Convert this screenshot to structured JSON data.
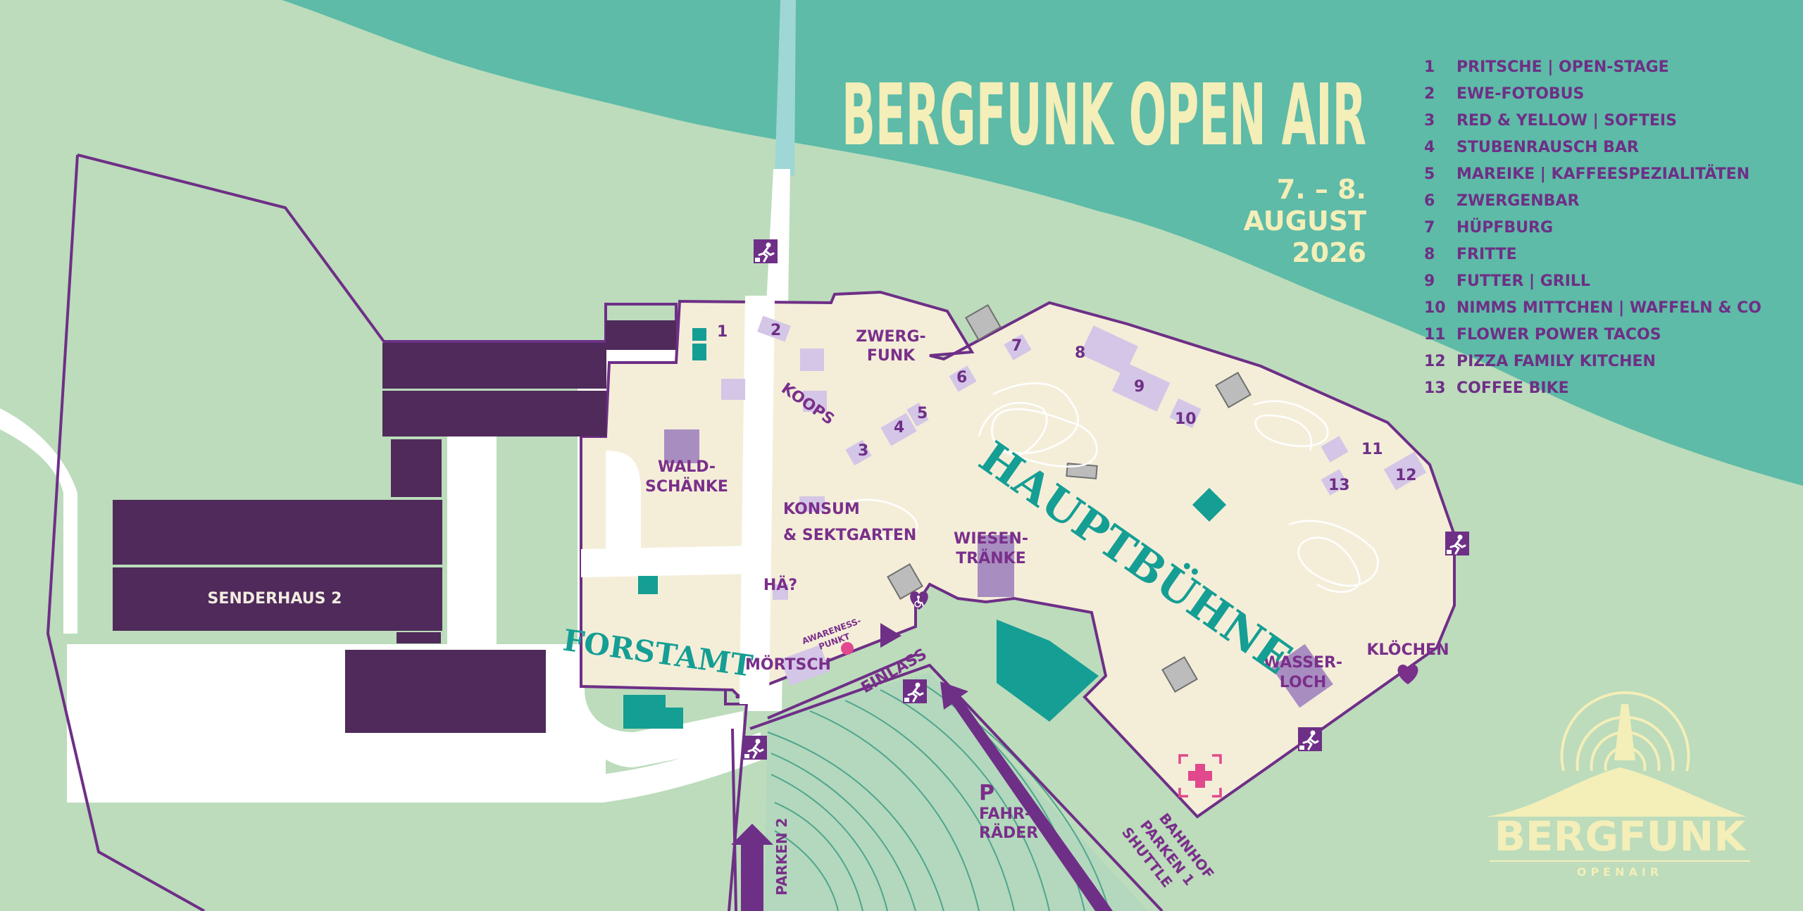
{
  "title": "BERGFUNK OPEN AIR",
  "date": {
    "line1": "7. – 8.",
    "line2": "AUGUST",
    "line3": "2026"
  },
  "legend": [
    {
      "n": "1",
      "label": "PRITSCHE | OPEN-STAGE"
    },
    {
      "n": "2",
      "label": "EWE-FOTOBUS"
    },
    {
      "n": "3",
      "label": "RED & YELLOW | SOFTEIS"
    },
    {
      "n": "4",
      "label": "STUBENRAUSCH BAR"
    },
    {
      "n": "5",
      "label": "MAREIKE | KAFFEESPEZIALITÄTEN"
    },
    {
      "n": "6",
      "label": "ZWERGENBAR"
    },
    {
      "n": "7",
      "label": "HÜPFBURG"
    },
    {
      "n": "8",
      "label": "FRITTE"
    },
    {
      "n": "9",
      "label": "FUTTER | GRILL"
    },
    {
      "n": "10",
      "label": "NIMMS MITTCHEN | WAFFELN & CO"
    },
    {
      "n": "11",
      "label": "FLOWER POWER TACOS"
    },
    {
      "n": "12",
      "label": "PIZZA FAMILY KITCHEN"
    },
    {
      "n": "13",
      "label": "COFFEE BIKE"
    }
  ],
  "areas": {
    "senderhaus": "SENDERHAUS 2",
    "waldschaenke_1": "WALD-",
    "waldschaenke_2": "SCHÄNKE",
    "konsum_1": "KONSUM",
    "konsum_2": "& SEKTGARTEN",
    "koops": "KOOPS",
    "zwergfunk_1": "ZWERG-",
    "zwergfunk_2": "FUNK",
    "wiesen_1": "WIESEN-",
    "wiesen_2": "TRÄNKE",
    "hae": "HÄ?",
    "awareness_1": "AWARENESS-",
    "awareness_2": "PUNKT",
    "moertsch": "MÖRTSCH",
    "forstamt": "FORSTAMT",
    "hauptbuehne": "HAUPTBÜHNE",
    "wasserloch_1": "WASSER-",
    "wasserloch_2": "LOCH",
    "kloechen": "KLÖCHEN",
    "einlass": "EINLASS",
    "parking_symbol": "P",
    "fahrraeder_1": "FAHR-",
    "fahrraeder_2": "RÄDER",
    "parken2": "PARKEN 2",
    "bahnhof_1": "BAHNHOF",
    "bahnhof_2": "PARKEN 1",
    "bahnhof_3": "SHUTTLE"
  },
  "logo": {
    "name": "BERGFUNK",
    "sub": "OPENAIR"
  },
  "icons": {
    "exit": "emergency-exit-icon",
    "wheelchair": "wheelchair-icon",
    "heart": "heart-icon",
    "first_aid": "first-aid-icon"
  },
  "colors": {
    "grass": "#bcdcbc",
    "water": "#5dbba7",
    "festival_ground": "#f4eed9",
    "buildings": "#4f2a5a",
    "accent_purple": "#6e2f86",
    "teal": "#159e94",
    "title": "#f4eeb8",
    "pink": "#e2488d"
  }
}
